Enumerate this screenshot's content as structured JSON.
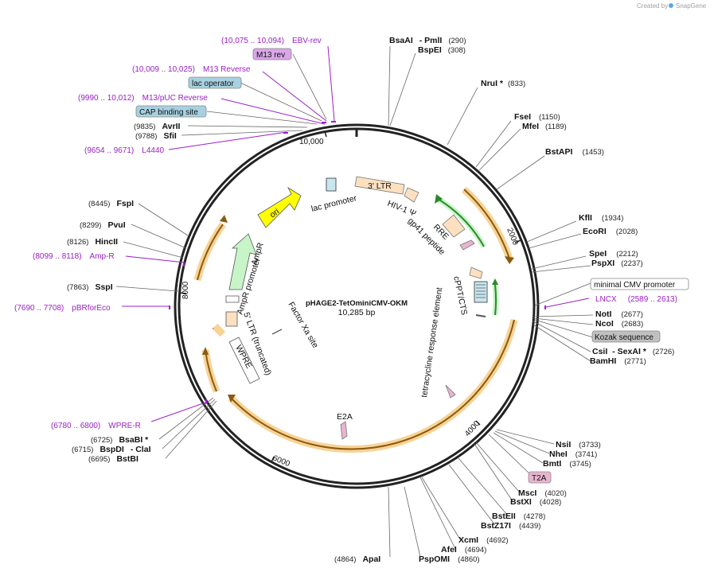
{
  "branding": {
    "created_by": "Created by",
    "app": "SnapGene"
  },
  "plasmid": {
    "name": "pHAGE2-TetOminiCMV-OKM",
    "length": "10,285 bp"
  },
  "ticks": [
    "10,000",
    "2000",
    "4000",
    "6000",
    "8000"
  ],
  "enzymes": [
    {
      "name": "BsaAI",
      "suffix": "- PmlI",
      "pos": "(290)"
    },
    {
      "name": "BspEI",
      "pos": "(308)"
    },
    {
      "name": "NruI *",
      "pos": "(833)"
    },
    {
      "name": "FseI",
      "pos": "(1150)"
    },
    {
      "name": "MfeI",
      "pos": "(1189)"
    },
    {
      "name": "BstAPI",
      "pos": "(1453)"
    },
    {
      "name": "KflI",
      "pos": "(1934)"
    },
    {
      "name": "EcoRI",
      "pos": "(2028)"
    },
    {
      "name": "SpeI",
      "pos": "(2212)"
    },
    {
      "name": "PspXI",
      "pos": "(2237)"
    },
    {
      "name": "NotI",
      "pos": "(2677)"
    },
    {
      "name": "NcoI",
      "pos": "(2683)"
    },
    {
      "name": "CsiI",
      "suffix": "- SexAI *",
      "pos": "(2726)"
    },
    {
      "name": "BamHI",
      "pos": "(2771)"
    },
    {
      "name": "NsiI",
      "pos": "(3733)"
    },
    {
      "name": "NheI",
      "pos": "(3741)"
    },
    {
      "name": "BmtI",
      "pos": "(3745)"
    },
    {
      "name": "MscI",
      "pos": "(4020)"
    },
    {
      "name": "BstXI",
      "pos": "(4028)"
    },
    {
      "name": "BstEII",
      "pos": "(4278)"
    },
    {
      "name": "BstZ17I",
      "pos": "(4439)"
    },
    {
      "name": "XcmI",
      "pos": "(4692)"
    },
    {
      "name": "AfeI",
      "pos": "(4694)"
    },
    {
      "name": "PspOMI",
      "pos": "(4860)"
    },
    {
      "name": "ApaI",
      "pos": "(4864)"
    },
    {
      "name": "BstBI",
      "pos": "(6695)"
    },
    {
      "name": "BspDI",
      "suffix": "- ClaI",
      "pos": "(6715)"
    },
    {
      "name": "BsaBI *",
      "pos": "(6725)"
    },
    {
      "name": "SspI",
      "pos": "(7863)"
    },
    {
      "name": "HincII",
      "pos": "(8126)"
    },
    {
      "name": "PvuI",
      "pos": "(8299)"
    },
    {
      "name": "FspI",
      "pos": "(8445)"
    },
    {
      "name": "SfiI",
      "pos": "(9788)"
    },
    {
      "name": "AvrII",
      "pos": "(9835)"
    }
  ],
  "primers": [
    {
      "name": "EBV-rev",
      "range": "(10,075 .. 10,094)"
    },
    {
      "name": "M13 Reverse",
      "range": "(10,009 .. 10,025)"
    },
    {
      "name": "M13/pUC Reverse",
      "range": "(9990 .. 10,012)"
    },
    {
      "name": "L4440",
      "range": "(9654 .. 9671)"
    },
    {
      "name": "Amp-R",
      "range": "(8099 .. 8118)"
    },
    {
      "name": "pBRforEco",
      "range": "(7690 .. 7708)"
    },
    {
      "name": "WPRE-R",
      "range": "(6780 .. 6800)"
    },
    {
      "name": "LNCX",
      "range": "(2589 .. 2613)"
    }
  ],
  "boxed_labels": {
    "m13_rev": "M13 rev",
    "lac_operator": "lac operator",
    "cap_site": "CAP binding site",
    "min_cmv": "minimal CMV promoter",
    "kozak": "Kozak sequence",
    "t2a": "T2A"
  },
  "features": {
    "ltr3": "3' LTR",
    "hiv_psi": "HIV-1 Ψ",
    "rre": "RRE",
    "gp41": "gp41 peptide",
    "cppt": "cPPT/CTS",
    "tre": "tetracycline response element",
    "e2a": "E2A",
    "ori": "ori",
    "lac_promoter": "lac promoter",
    "ampr": "AmpR",
    "ampr_promoter": "AmpR promoter",
    "ltr5": "5' LTR (truncated)",
    "wpre": "WPRE",
    "factor_xa": "Factor Xa site"
  },
  "colors": {
    "backbone": "#222222",
    "orf": "#f5c87a",
    "orf_line": "#8a5a10",
    "ori": "#ffff00",
    "ampr": "#c8f5c8",
    "ltr": "#fce0c0",
    "primer": "#9b20c8",
    "misc_box": "#e8b4d0",
    "lac_box": "#a7d1e0",
    "min_cmv": "#ffffff",
    "kozak": "#c0c0c0"
  }
}
